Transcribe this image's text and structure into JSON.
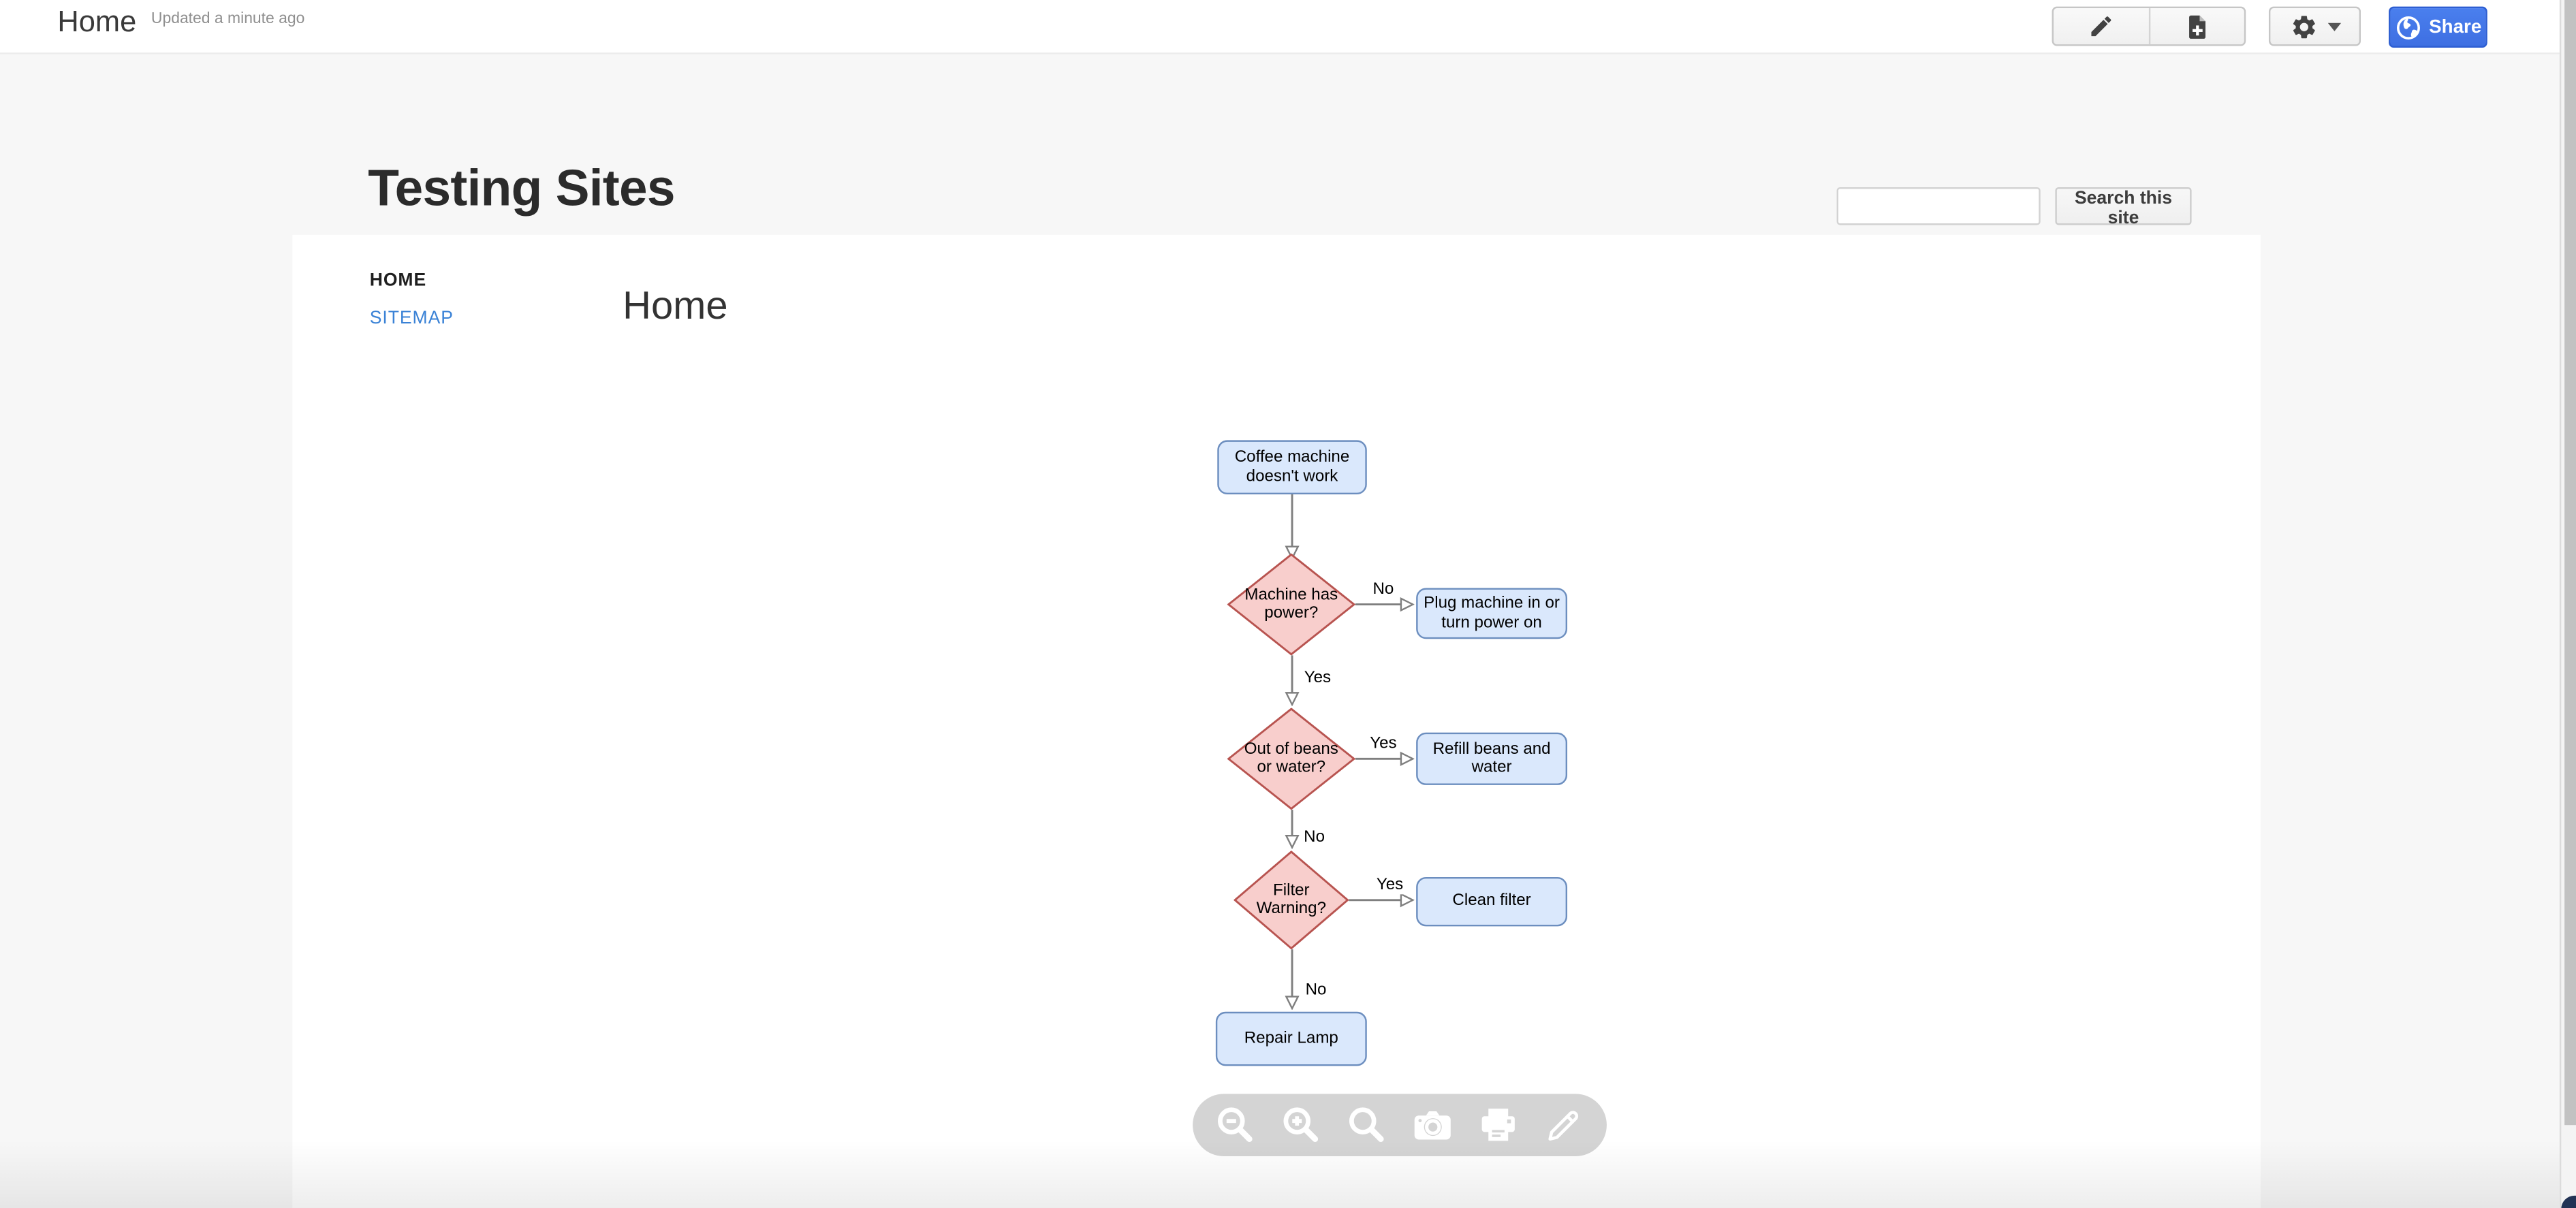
{
  "topbar": {
    "title": "Home",
    "updated": "Updated a minute ago",
    "edit_button_icon": "pencil-icon",
    "new_page_button_icon": "new-page-icon",
    "more_actions_button_icon": "gear-icon",
    "more_actions_caret_icon": "caret-down-icon",
    "share_button": {
      "label": "Share",
      "icon": "globe-icon"
    }
  },
  "site_header": {
    "title": "Testing Sites",
    "search": {
      "value": "",
      "button_label": "Search this site"
    }
  },
  "sidebar": {
    "items": [
      {
        "label": "HOME",
        "active": true
      },
      {
        "label": "SITEMAP",
        "active": false
      }
    ]
  },
  "page": {
    "heading": "Home"
  },
  "flowchart": {
    "nodes": [
      {
        "id": "start",
        "type": "rounded-rect",
        "label": "Coffee machine\ndoesn't work"
      },
      {
        "id": "power",
        "type": "decision",
        "label": "Machine has\npower?"
      },
      {
        "id": "plug",
        "type": "rounded-rect",
        "label": "Plug machine in or\nturn power on"
      },
      {
        "id": "beans",
        "type": "decision",
        "label": "Out of beans\nor water?"
      },
      {
        "id": "refill",
        "type": "rounded-rect",
        "label": "Refill beans and\nwater"
      },
      {
        "id": "filter",
        "type": "decision",
        "label": "Filter\nWarning?"
      },
      {
        "id": "clean",
        "type": "rounded-rect",
        "label": "Clean filter"
      },
      {
        "id": "repair",
        "type": "rounded-rect",
        "label": "Repair Lamp"
      }
    ],
    "edges": [
      {
        "from": "start",
        "to": "power",
        "label": ""
      },
      {
        "from": "power",
        "to": "plug",
        "label": "No"
      },
      {
        "from": "power",
        "to": "beans",
        "label": "Yes"
      },
      {
        "from": "beans",
        "to": "refill",
        "label": "Yes"
      },
      {
        "from": "beans",
        "to": "filter",
        "label": "No"
      },
      {
        "from": "filter",
        "to": "clean",
        "label": "Yes"
      },
      {
        "from": "filter",
        "to": "repair",
        "label": "No"
      }
    ]
  },
  "viewer_toolbar": {
    "icons": [
      "zoom-out-icon",
      "zoom-in-icon",
      "zoom-fit-icon",
      "camera-icon",
      "print-icon",
      "edit-icon"
    ]
  },
  "colors": {
    "share_blue": "#4a7fee",
    "link_blue": "#3a82d6",
    "node_blue_fill": "#dae8fc",
    "node_blue_stroke": "#6c8ebf",
    "node_red_fill": "#f8cecc",
    "node_red_stroke": "#b85450",
    "arrow_gray": "#7f7f7f",
    "toolbar_gray": "#d4d4d4"
  }
}
